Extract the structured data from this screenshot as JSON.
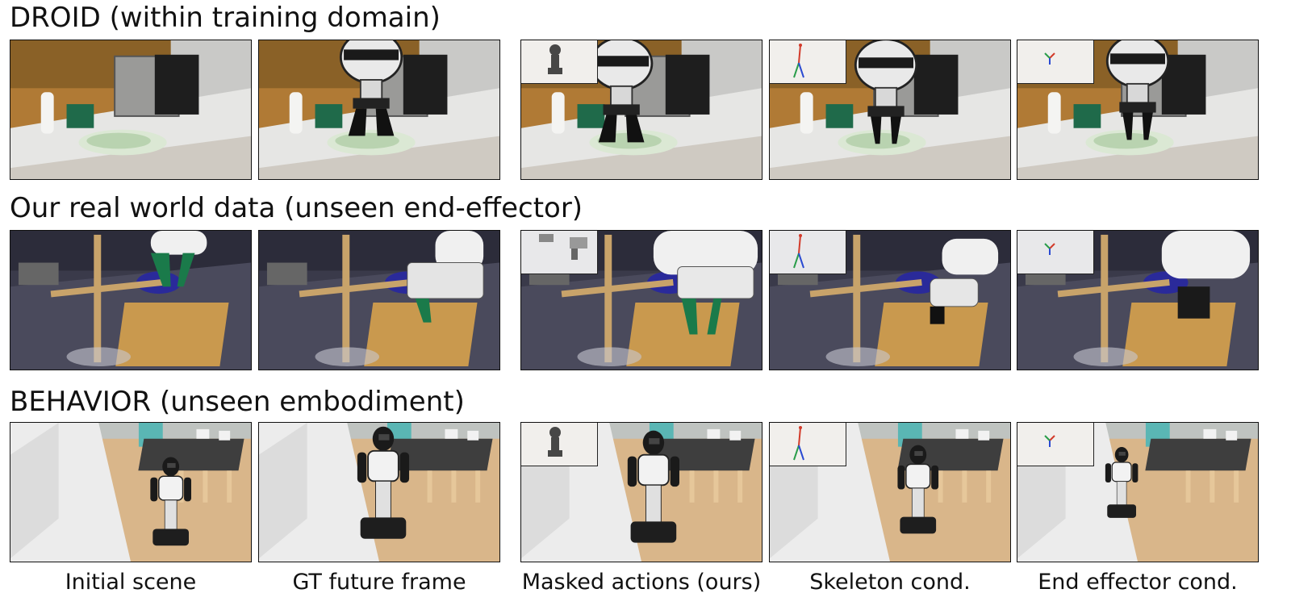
{
  "rows": [
    {
      "title": "DROID (within training domain)",
      "scene": "droid"
    },
    {
      "title": "Our real world data (unseen end-effector)",
      "scene": "real"
    },
    {
      "title": "BEHAVIOR (unseen embodiment)",
      "scene": "behavior"
    }
  ],
  "columns": [
    {
      "label": "Initial scene",
      "inset": "none"
    },
    {
      "label": "GT future frame",
      "inset": "none"
    },
    {
      "label": "Masked actions (ours)",
      "inset": "mask"
    },
    {
      "label": "Skeleton cond.",
      "inset": "skeleton"
    },
    {
      "label": "End effector cond.",
      "inset": "end-effector"
    }
  ],
  "colors": {
    "border": "#111111",
    "skeleton_red": "#d23a2a",
    "skeleton_green": "#2a9d4a",
    "skeleton_blue": "#2a4ad2"
  }
}
